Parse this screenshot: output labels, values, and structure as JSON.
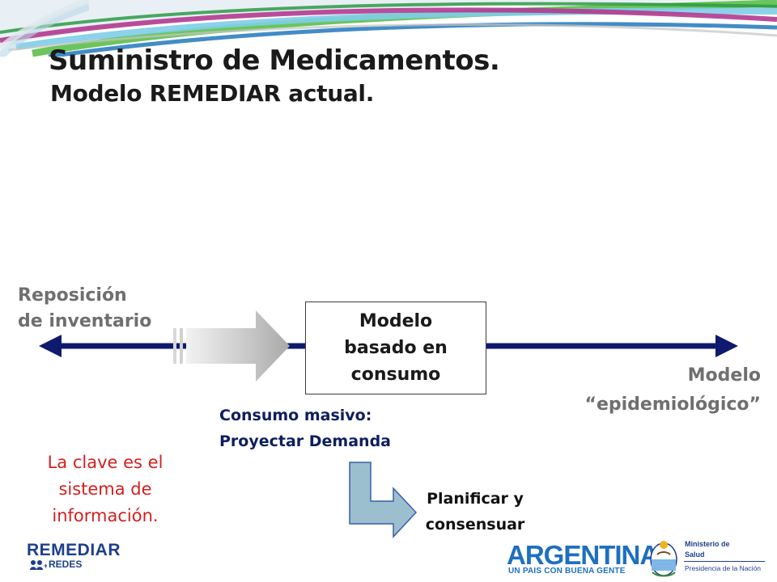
{
  "title": {
    "line1": "Suministro de Medicamentos.",
    "line2": "Modelo REMEDIAR actual."
  },
  "axis": {
    "left_label_line1": "Reposición",
    "left_label_line2": "de inventario",
    "right_label_line1": "Modelo",
    "right_label_line2": "“epidemiológico”"
  },
  "model_box": {
    "line1": "Modelo",
    "line2": "basado en",
    "line3": "consumo"
  },
  "consumo": {
    "line1": "Consumo masivo:",
    "line2": "Proyectar Demanda"
  },
  "key_message": {
    "line1": "La clave es el",
    "line2": "sistema de",
    "line3": "información."
  },
  "planificar": {
    "line1": "Planificar y",
    "line2": "consensuar"
  },
  "footer": {
    "remediar": "REMEDIAR",
    "redes": "REDES",
    "argentina": "ARGENTINA",
    "slogan": "UN PAIS CON BUENA GENTE",
    "ministerio_line1": "Ministerio de",
    "ministerio_line2": "Salud",
    "presidencia": "Presidencia de la Nación"
  },
  "colors": {
    "axis_line": "#0f1a6e",
    "title_text": "#1a1a1a",
    "gray_label": "#6f6f6f",
    "blue_text": "#0d1f5e",
    "red_text": "#d42020",
    "elbow_arrow": "#9bbfcf",
    "logo_blue": "#1f6fc0"
  }
}
